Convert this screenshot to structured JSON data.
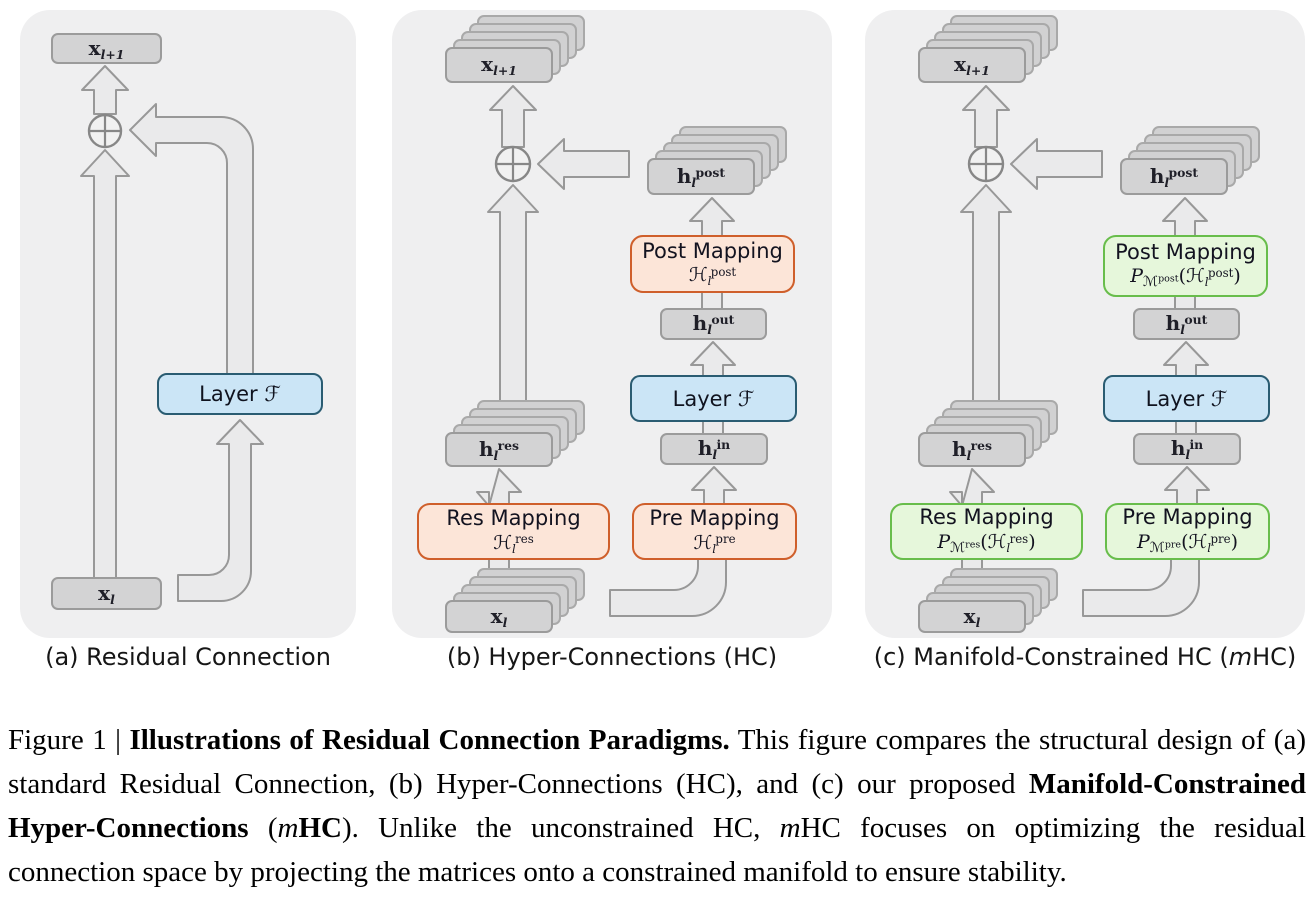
{
  "colors": {
    "panel_bg": "#efeff0",
    "gray_box_fill": "#d3d3d4",
    "gray_box_border": "#9b9b9b",
    "arrow_fill": "#eaeaeb",
    "arrow_stroke": "#989898",
    "blue_fill": "#cbe5f6",
    "blue_border": "#2a5c72",
    "orange_fill": "#fce5d8",
    "orange_border": "#cf5f2b",
    "green_fill": "#e6f7db",
    "green_border": "#68bd4b"
  },
  "panel_a": {
    "caption": [
      {
        "t": "(a) Residual Connection"
      }
    ],
    "x_next": [
      {
        "t": "x"
      },
      {
        "t": "l+1",
        "s": "subi"
      }
    ],
    "layer": [
      {
        "t": "Layer "
      },
      {
        "t": "ℱ",
        "s": "m"
      }
    ],
    "x_l": [
      {
        "t": "x"
      },
      {
        "t": "l",
        "s": "subi"
      }
    ]
  },
  "panel_b": {
    "caption": [
      {
        "t": "(b) Hyper-Connections (HC)"
      }
    ],
    "x_next": [
      {
        "t": "x"
      },
      {
        "t": "l+1",
        "s": "subi"
      }
    ],
    "h_post": [
      {
        "t": "h"
      },
      {
        "t": "l",
        "s": "subi"
      },
      {
        "t": "post",
        "s": "sup"
      }
    ],
    "post_title": [
      {
        "t": "Post Mapping"
      }
    ],
    "post_formula": [
      {
        "t": "ℋ",
        "s": "m"
      },
      {
        "t": "l",
        "s": "subi"
      },
      {
        "t": "post",
        "s": "sup"
      }
    ],
    "h_out": [
      {
        "t": "h"
      },
      {
        "t": "l",
        "s": "subi"
      },
      {
        "t": "out",
        "s": "sup"
      }
    ],
    "layer": [
      {
        "t": "Layer "
      },
      {
        "t": "ℱ",
        "s": "m"
      }
    ],
    "h_in": [
      {
        "t": "h"
      },
      {
        "t": "l",
        "s": "subi"
      },
      {
        "t": "in",
        "s": "sup"
      }
    ],
    "pre_title": [
      {
        "t": "Pre Mapping"
      }
    ],
    "pre_formula": [
      {
        "t": "ℋ",
        "s": "m"
      },
      {
        "t": "l",
        "s": "subi"
      },
      {
        "t": "pre",
        "s": "sup"
      }
    ],
    "res_title": [
      {
        "t": "Res Mapping"
      }
    ],
    "res_formula": [
      {
        "t": "ℋ",
        "s": "m"
      },
      {
        "t": "l",
        "s": "subi"
      },
      {
        "t": "res",
        "s": "sup"
      }
    ],
    "h_res": [
      {
        "t": "h"
      },
      {
        "t": "l",
        "s": "subi"
      },
      {
        "t": "res",
        "s": "sup"
      }
    ],
    "x_l": [
      {
        "t": "x"
      },
      {
        "t": "l",
        "s": "subi"
      }
    ]
  },
  "panel_c": {
    "caption": [
      {
        "t": "(c) Manifold-Constrained HC ("
      },
      {
        "t": "m",
        "s": "i"
      },
      {
        "t": "HC)"
      }
    ],
    "x_next": [
      {
        "t": "x"
      },
      {
        "t": "l+1",
        "s": "subi"
      }
    ],
    "h_post": [
      {
        "t": "h"
      },
      {
        "t": "l",
        "s": "subi"
      },
      {
        "t": "post",
        "s": "sup"
      }
    ],
    "post_title": [
      {
        "t": "Post Mapping"
      }
    ],
    "post_formula": [
      {
        "t": "P",
        "s": "mi"
      },
      {
        "t": "ℳ",
        "s": "ssub"
      },
      {
        "t": "post",
        "s": "ssup"
      },
      {
        "t": "(",
        "s": "m"
      },
      {
        "t": "ℋ",
        "s": "m"
      },
      {
        "t": "l",
        "s": "subi"
      },
      {
        "t": "post",
        "s": "sup"
      },
      {
        "t": ")",
        "s": "m"
      }
    ],
    "h_out": [
      {
        "t": "h"
      },
      {
        "t": "l",
        "s": "subi"
      },
      {
        "t": "out",
        "s": "sup"
      }
    ],
    "layer": [
      {
        "t": "Layer "
      },
      {
        "t": "ℱ",
        "s": "m"
      }
    ],
    "h_in": [
      {
        "t": "h"
      },
      {
        "t": "l",
        "s": "subi"
      },
      {
        "t": "in",
        "s": "sup"
      }
    ],
    "pre_title": [
      {
        "t": "Pre Mapping"
      }
    ],
    "pre_formula": [
      {
        "t": "P",
        "s": "mi"
      },
      {
        "t": "ℳ",
        "s": "ssub"
      },
      {
        "t": "pre",
        "s": "ssup"
      },
      {
        "t": "(",
        "s": "m"
      },
      {
        "t": "ℋ",
        "s": "m"
      },
      {
        "t": "l",
        "s": "subi"
      },
      {
        "t": "pre",
        "s": "sup"
      },
      {
        "t": ")",
        "s": "m"
      }
    ],
    "res_title": [
      {
        "t": "Res Mapping"
      }
    ],
    "res_formula": [
      {
        "t": "P",
        "s": "mi"
      },
      {
        "t": "ℳ",
        "s": "ssub"
      },
      {
        "t": "res",
        "s": "ssup"
      },
      {
        "t": "(",
        "s": "m"
      },
      {
        "t": "ℋ",
        "s": "m"
      },
      {
        "t": "l",
        "s": "subi"
      },
      {
        "t": "res",
        "s": "sup"
      },
      {
        "t": ")",
        "s": "m"
      }
    ],
    "h_res": [
      {
        "t": "h"
      },
      {
        "t": "l",
        "s": "subi"
      },
      {
        "t": "res",
        "s": "sup"
      }
    ],
    "x_l": [
      {
        "t": "x"
      },
      {
        "t": "l",
        "s": "subi"
      }
    ]
  },
  "main_caption": [
    {
      "t": "Figure 1 | "
    },
    {
      "t": "Illustrations of Residual Connection Paradigms.",
      "s": "b"
    },
    {
      "t": " This figure compares the structural design of (a) standard Residual Connection, (b) Hyper-Connections (HC), and (c) our proposed "
    },
    {
      "t": "Manifold-Constrained Hyper-Connections",
      "s": "b"
    },
    {
      "t": " ("
    },
    {
      "t": "m",
      "s": "i"
    },
    {
      "t": "HC",
      "s": "b"
    },
    {
      "t": "). Unlike the unconstrained HC, "
    },
    {
      "t": "m",
      "s": "i"
    },
    {
      "t": "HC focuses on optimizing the residual connection space by projecting the matrices onto a constrained manifold to ensure stability."
    }
  ]
}
